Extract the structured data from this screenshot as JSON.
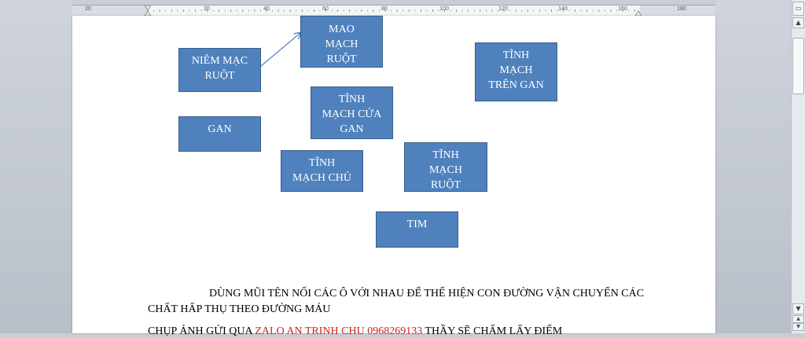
{
  "ruler": {
    "labels": [
      "20",
      "20",
      "40",
      "60",
      "80",
      "100",
      "120",
      "140",
      "160",
      "180"
    ]
  },
  "boxes": {
    "niem_mac": "NIÊM MẠC\nRUỘT",
    "mao_mach": "MAO\nMẠCH\nRUỘT",
    "tinh_mach_tren_gan": "TĨNH\nMẠCH\nTRÊN GAN",
    "gan": "GAN",
    "tinh_mach_cua": "TĨNH\nMẠCH CỬA\nGAN",
    "tinh_mach_chu": "TĨNH\nMẠCH CHỦ",
    "tinh_mach_ruot": "TĨNH\nMẠCH\nRUỘT",
    "tim": "TIM"
  },
  "instruction": "DÙNG MŨI TÊN NỐI CÁC Ô VỚI NHAU ĐỂ THỂ HIỆN CON ĐƯỜNG VẬN CHUYỂN CÁC CHẤT HẤP THỤ THEO ĐƯỜNG MÁU",
  "submit": {
    "prefix": "CHỤP ẢNH GỬI QUA",
    "zalo": "ZALO AN TRINH CHU 0968269133",
    "suffix": "THẦY SẼ CHẤM LẤY ĐIỂM"
  },
  "colors": {
    "box_fill": "#4f81bd",
    "box_border": "#385d8a",
    "arrow": "#4f81bd",
    "zalo_text": "#d02020"
  },
  "icons": {
    "ruler_toggle": "ruler-toggle-icon",
    "scroll_up": "arrow-up-icon",
    "scroll_down": "arrow-down-icon"
  }
}
